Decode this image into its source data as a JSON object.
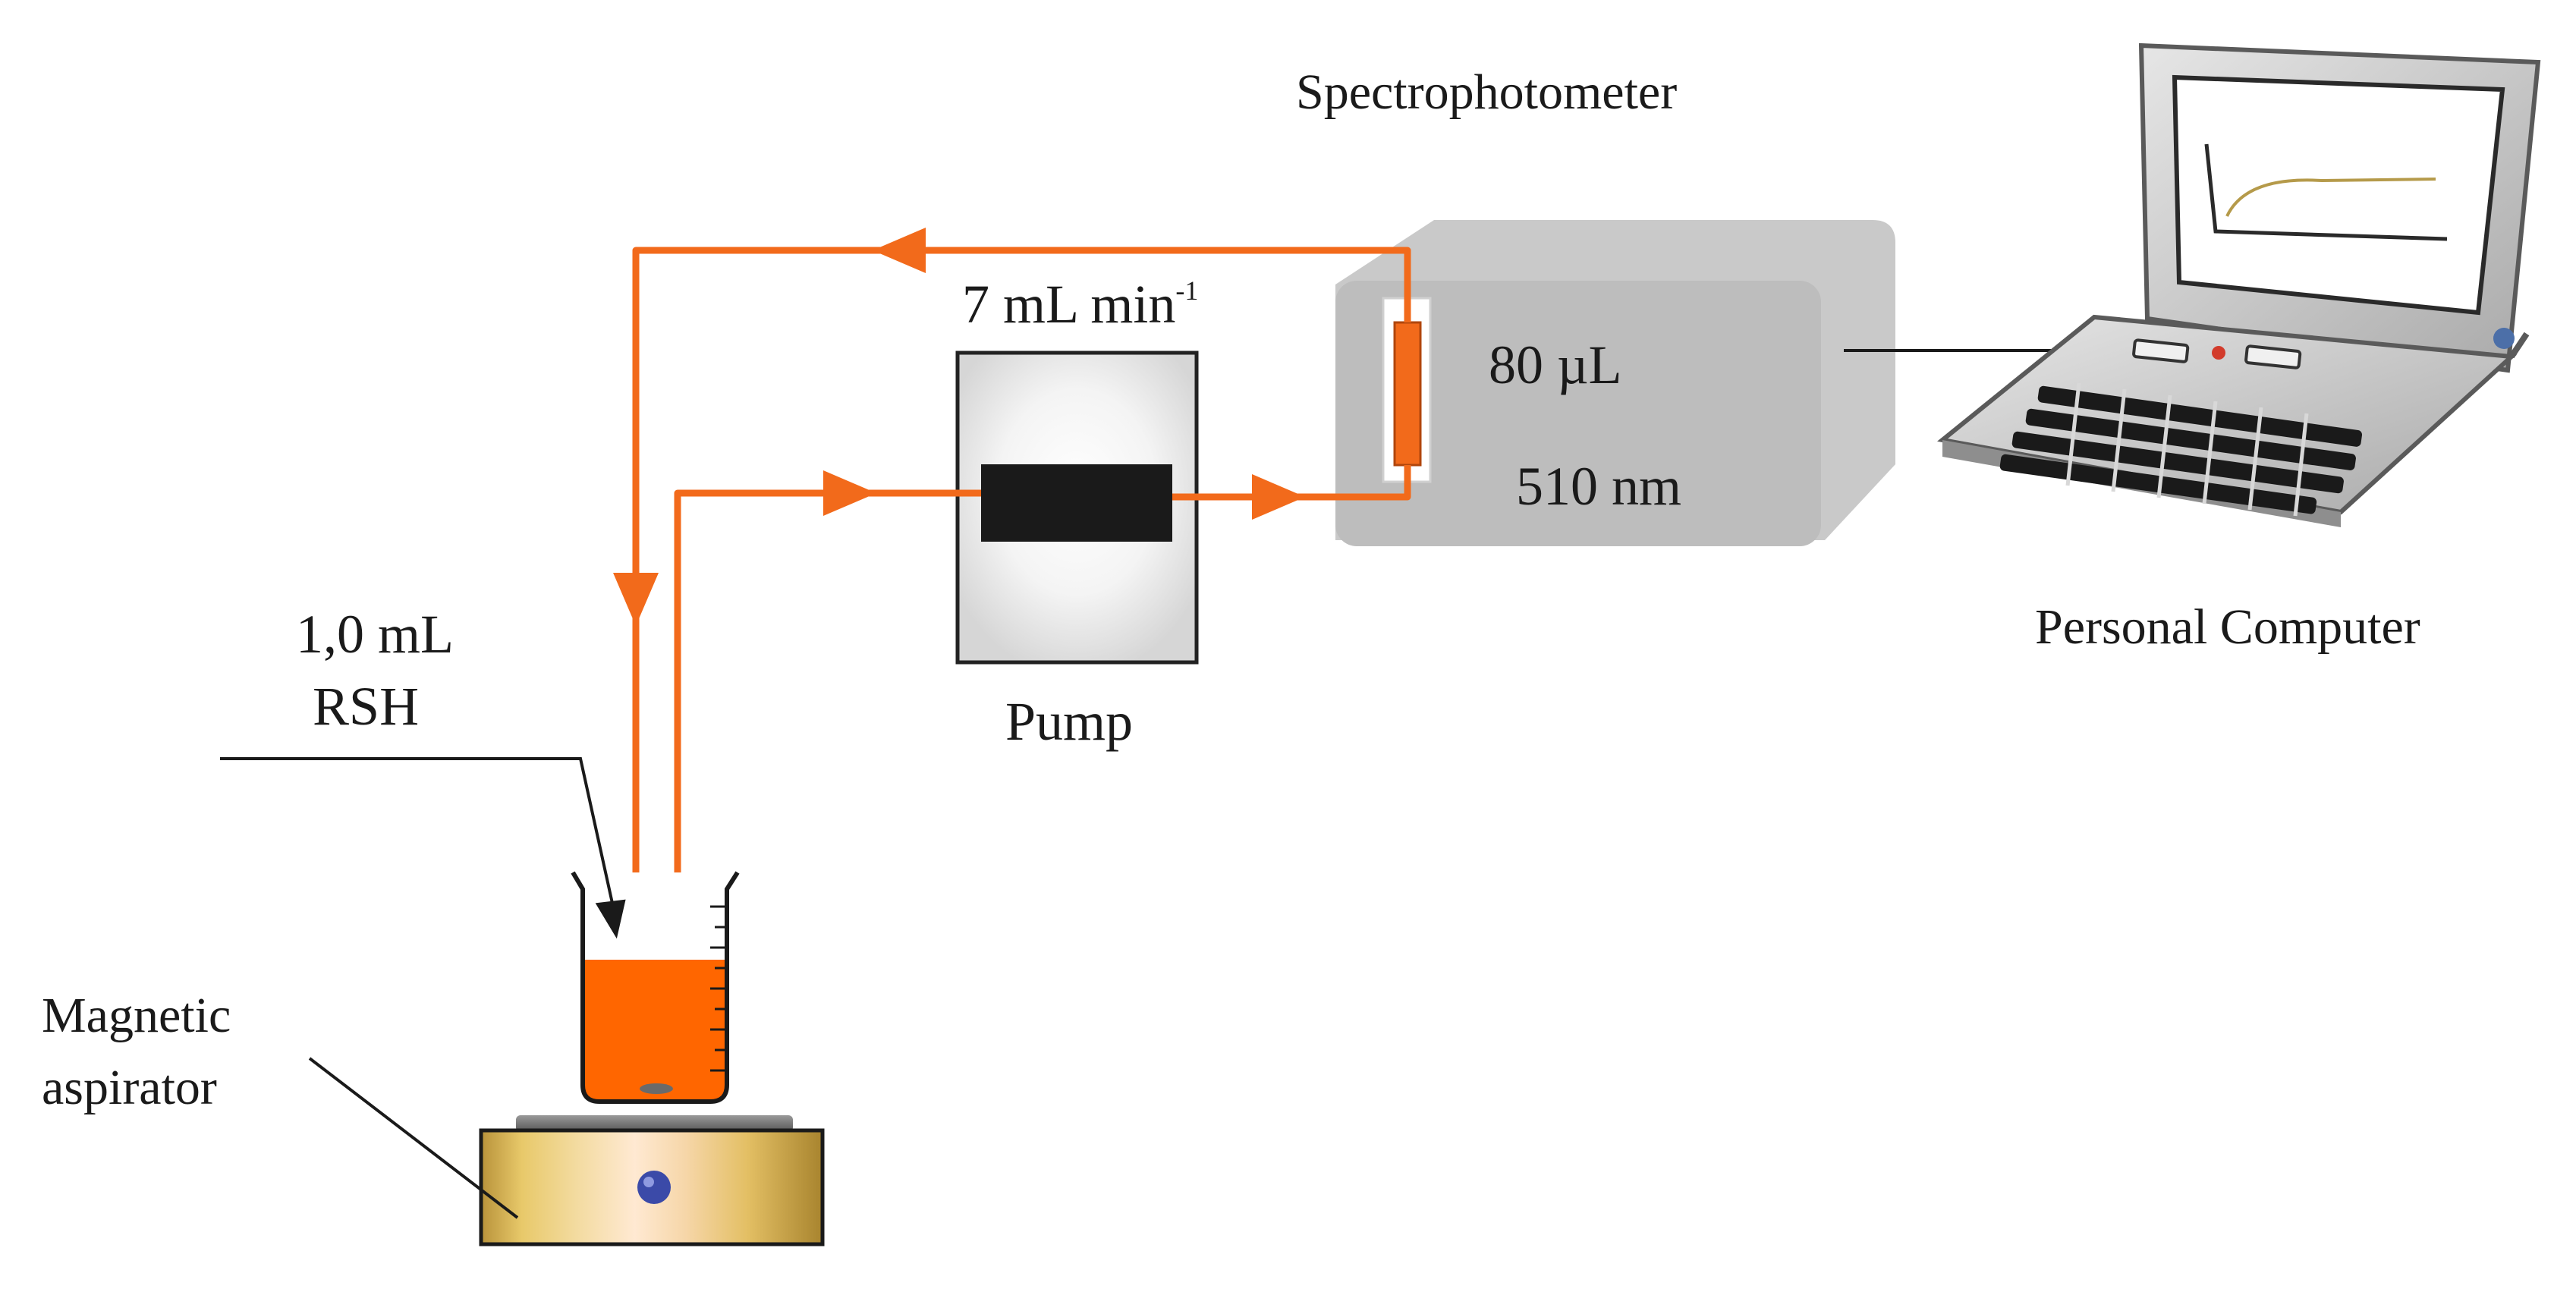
{
  "labels": {
    "spectrophotometer": "Spectrophotometer",
    "personal_computer": "Personal Computer",
    "flow_rate_value": "7 mL min",
    "flow_rate_exponent": "-1",
    "pump": "Pump",
    "cell_volume": "80 µL",
    "wavelength": "510 nm",
    "sample_volume": "1,0 mL",
    "sample_name": "RSH",
    "magnetic_line1": "Magnetic",
    "magnetic_line2": "aspirator"
  },
  "colors": {
    "tubing": "#f26a1b",
    "liquid": "#ff6600",
    "spectrophotometer_body": "#c4c4c4",
    "pump_belt": "#1a1a1a",
    "stirrer_base": "#d9b24a",
    "stir_knob": "#3b4aa8"
  },
  "icons": {
    "beaker": "beaker-icon",
    "laptop": "laptop-icon",
    "stirrer": "magnetic-stirrer-icon"
  }
}
